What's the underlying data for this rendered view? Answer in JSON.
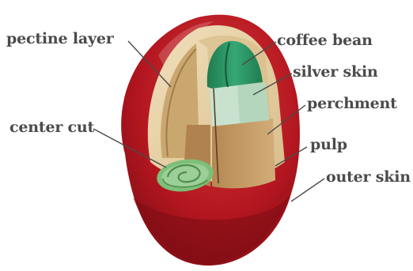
{
  "diagram": {
    "labels": {
      "pectine_layer": "pectine layer",
      "center_cut": "center cut",
      "coffee_bean": "coffee bean",
      "silver_skin": "silver skin",
      "perchment": "perchment",
      "pulp": "pulp",
      "outer_skin": "outer skin"
    },
    "colors": {
      "outer_skin": "#b3161f",
      "outer_skin_dark": "#7c0d14",
      "pulp": "#e9d4aa",
      "pectine_layer": "#d5b37f",
      "perchment": "#c29a63",
      "silver_skin": "#c8e2cf",
      "coffee_bean": "#2f9a6a",
      "center_cut_bean": "#9ccf97",
      "leader_line": "#4b4b4b",
      "label_text": "#4b4b4b"
    }
  }
}
